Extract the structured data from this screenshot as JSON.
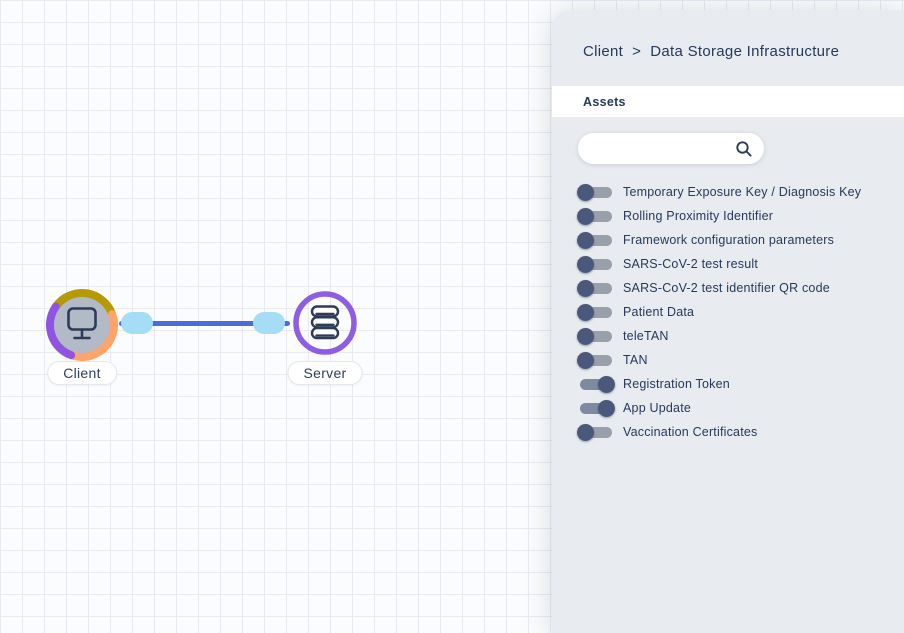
{
  "canvas": {
    "nodes": [
      {
        "id": "client",
        "label": "Client",
        "icon": "monitor-icon",
        "ring_colors": {
          "gold": "#b59a05",
          "orange": "#fca469",
          "purple": "#9154e2"
        },
        "fill": "#b3bac7"
      },
      {
        "id": "server",
        "label": "Server",
        "icon": "database-icon",
        "ring_colors": {
          "purple": "#8d5ee3"
        },
        "fill": "none"
      }
    ],
    "edge": {
      "from": "Client",
      "to": "Server",
      "line_color": "#4b6cd9",
      "handle_color": "#a5ddf6"
    }
  },
  "panel": {
    "breadcrumb": {
      "items": [
        "Client",
        "Data Storage Infrastructure"
      ],
      "separator": ">"
    },
    "tabs": [
      {
        "label": "Assets",
        "active": true
      }
    ],
    "search": {
      "value": "",
      "placeholder": ""
    },
    "assets": [
      {
        "label": "Temporary Exposure Key / Diagnosis Key",
        "enabled": false
      },
      {
        "label": "Rolling Proximity Identifier",
        "enabled": false
      },
      {
        "label": "Framework configuration parameters",
        "enabled": false
      },
      {
        "label": "SARS-CoV-2 test result",
        "enabled": false
      },
      {
        "label": "SARS-CoV-2 test identifier QR code",
        "enabled": false
      },
      {
        "label": "Patient Data",
        "enabled": false
      },
      {
        "label": "teleTAN",
        "enabled": false
      },
      {
        "label": "TAN",
        "enabled": false
      },
      {
        "label": "Registration Token",
        "enabled": true
      },
      {
        "label": "App Update",
        "enabled": true
      },
      {
        "label": "Vaccination Certificates",
        "enabled": false
      }
    ],
    "colors": {
      "background": "#e7eaee",
      "text": "#26395c",
      "toggle_knob": "#49587b",
      "toggle_track_off": "#9aa0ab",
      "toggle_track_on": "#7e8aa2"
    }
  }
}
